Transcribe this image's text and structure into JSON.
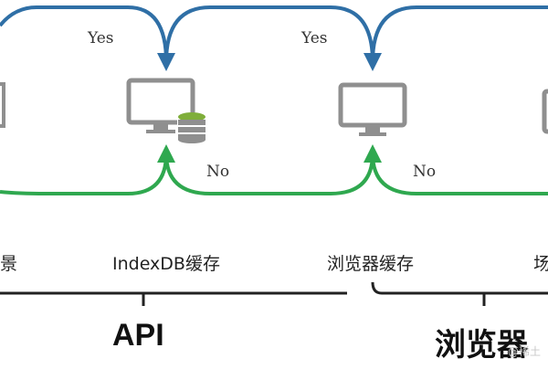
{
  "colors": {
    "yes_arrow": "#2f6fa6",
    "no_arrow": "#2fa84f",
    "icon_gray": "#8f8f8f",
    "db_green": "#7fae3a",
    "line": "#222222"
  },
  "arrows": {
    "yes_1": "Yes",
    "yes_2": "Yes",
    "no_1": "No",
    "no_2": "No"
  },
  "nodes": [
    {
      "label": "景",
      "icon": "server-icon"
    },
    {
      "label": "IndexDB缓存",
      "icon": "computer-database-icon"
    },
    {
      "label": "浏览器缓存",
      "icon": "computer-icon"
    },
    {
      "label": "场",
      "icon": "computer-icon"
    }
  ],
  "groups": {
    "api": "API",
    "browser": "浏览器"
  },
  "watermark": "@稀土"
}
